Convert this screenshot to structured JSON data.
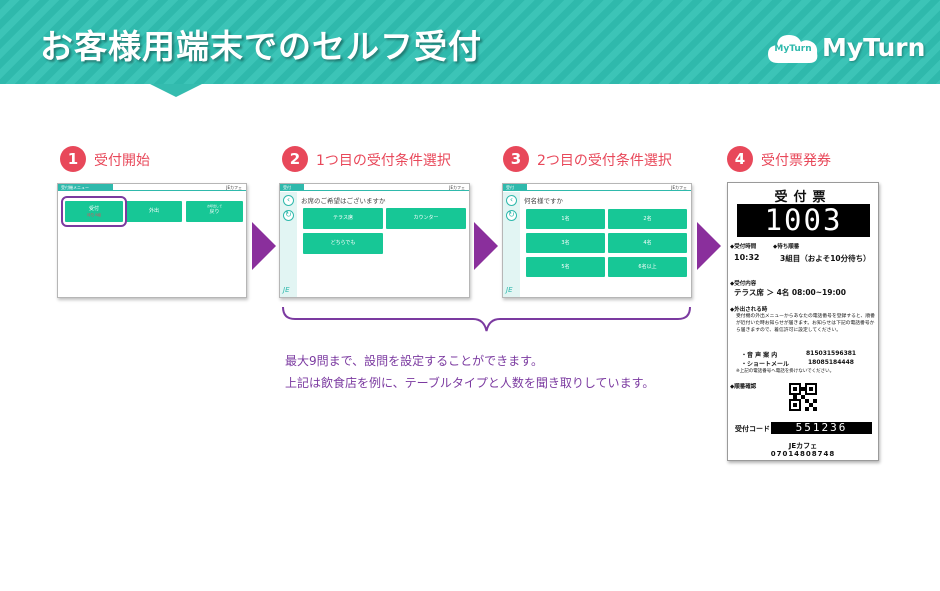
{
  "header": {
    "title": "お客様用端末でのセルフ受付",
    "logo_icon_text": "MyTurn",
    "logo_text": "MyTurn"
  },
  "steps": [
    {
      "number": "1",
      "label": "受付開始"
    },
    {
      "number": "2",
      "label": "1つ目の受付条件選択"
    },
    {
      "number": "3",
      "label": "2つ目の受付条件選択"
    },
    {
      "number": "4",
      "label": "受付票発券"
    }
  ],
  "screen1": {
    "bar_tab": "受付機メニュー",
    "shop": "JEカフェ",
    "buttons": [
      {
        "label": "受付",
        "sub": "待ち 0組"
      },
      {
        "label": "外出",
        "sub": ""
      },
      {
        "label": "戻り",
        "sup": "お呼出しで"
      }
    ]
  },
  "screen2": {
    "bar_tab": "受付",
    "shop": "JEカフェ",
    "question": "お席のご希望はございますか",
    "options": [
      "テラス席",
      "カウンター",
      "どちらでも"
    ],
    "side_logo": "JE"
  },
  "screen3": {
    "bar_tab": "受付",
    "shop": "JEカフェ",
    "question": "何名様ですか",
    "options": [
      "1名",
      "2名",
      "3名",
      "4名",
      "5名",
      "6名以上"
    ],
    "side_logo": "JE"
  },
  "note": {
    "line1": "最大9問まで、設問を設定することができます。",
    "line2": "上記は飲食店を例に、テーブルタイプと人数を聞き取りしています。"
  },
  "ticket": {
    "title": "受付票",
    "number": "1003",
    "time_label": "◆受付時間",
    "wait_label": "◆待ち順番",
    "time": "10:32",
    "wait": "3組目（およそ10分待ち）",
    "content_label": "◆受付内容",
    "content": "テラス席 ＞ 4名 08:00~19:00",
    "call_label": "◆外出される時",
    "call_text": "受付機の外出メニューからあなたの電話番号を登録すると、順番が近付いた時お知らせが届きます。お知らせは下記の電話番号から届きますので、着信許可に設定してください。",
    "voice_label": "・音 声 案 内",
    "voice_number": "815031596381",
    "sms_label": "・ショートメール",
    "sms_number": "18085184448",
    "warning": "※上記の電話番号へ電話を掛けないでください。",
    "confirm_label": "◆順番確認",
    "code_label": "受付コード",
    "code": "551236",
    "shop": "JEカフェ",
    "phone": "07014808748"
  }
}
